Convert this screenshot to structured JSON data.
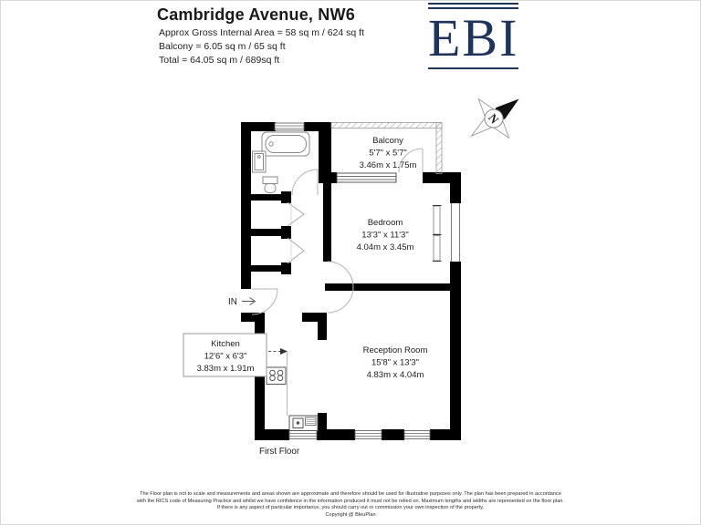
{
  "page": {
    "background": "#ffffff",
    "border_color": "#d9d9d9"
  },
  "header": {
    "title": "Cambridge Avenue, NW6",
    "area_lines": [
      "Approx Gross Internal Area = 58 sq m / 624 sq ft",
      "Balcony = 6.05 sq m / 65 sq ft",
      "Total =  64.05 sq m / 689sq ft"
    ]
  },
  "logo": {
    "text": "EBI",
    "color": "#1f3458"
  },
  "compass": {
    "north_label": "N"
  },
  "plan": {
    "floor_label": "First Floor",
    "entrance_label": "IN",
    "wall_color": "#000000",
    "rooms": {
      "balcony": {
        "name": "Balcony",
        "imperial": "5'7\" x 5'7\"",
        "metric": "3.46m x 1.75m"
      },
      "bedroom": {
        "name": "Bedroom",
        "imperial": "13'3\" x 11'3\"",
        "metric": "4.04m x 3.45m"
      },
      "reception": {
        "name": "Reception Room",
        "imperial": "15'8\" x 13'3\"",
        "metric": "4.83m x 4.04m"
      },
      "kitchen": {
        "name": "Kitchen",
        "imperial": "12'6\" x 6'3\"",
        "metric": "3.83m x 1.91m"
      }
    }
  },
  "footer": {
    "disclaimer_lines": [
      "The Floor plan is not to scale and measurements and areas shown are approximate and therefore should be used for illustrative purposes only.  The plan has been prepared in accordance",
      "with the RICS code of Measuring Practice and whilst we have confidence in the information produced it must not be relied on. Maximum lengths and widths are represented on the floor plan.",
      "If there is any aspect of particular importance, you should carry out or commission your own inspection of the property."
    ],
    "copyright": "Copyright @ BleuPlan"
  }
}
